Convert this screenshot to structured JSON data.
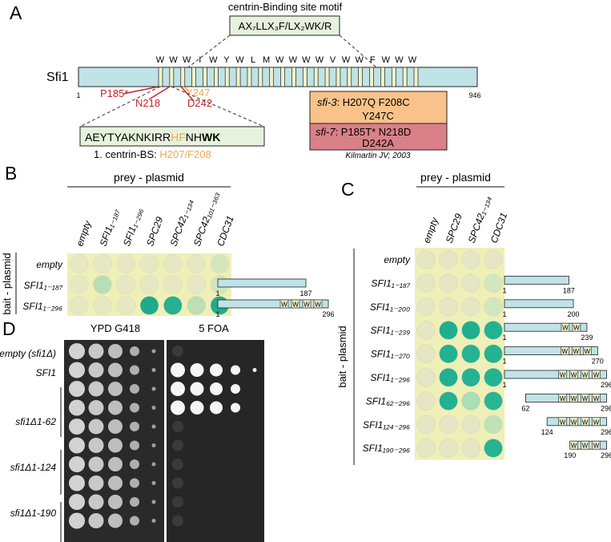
{
  "panelA": {
    "letter": "A",
    "motif_title": "centrin-Binding site motif",
    "motif": "AX₇LLX₃F/LX₂WK/R",
    "protein": "Sfi1",
    "length_start": "1",
    "length_end": "946",
    "repeat_residues": [
      "W",
      "W",
      "W",
      "I",
      "W",
      "Y",
      "W",
      "L",
      "M",
      "W",
      "W",
      "W",
      "W",
      "V",
      "W",
      "W",
      "F",
      "W",
      "W",
      "W"
    ],
    "red_mutations": [
      "P185*",
      "N218",
      "D242"
    ],
    "orange_mutation": "Y247",
    "bs1_seq_black1": "AEYTYAKNKIRR",
    "bs1_seq_orange": "HF",
    "bs1_seq_black2": "NH",
    "bs1_seq_bold": "WK",
    "bs1_label": "1. centrin-BS: ",
    "bs1_label_orange": "H207/F208",
    "sfi3_name": "sfi-3",
    "sfi3_line1": ": H207Q F208C",
    "sfi3_line2": "Y247C",
    "sfi7_name": "sfi-7",
    "sfi7_line1": ": P185T* N218D",
    "sfi7_line2": "D242A",
    "citation": "Kilmartin JV; 2003",
    "colors": {
      "bar": "#bfe3e6",
      "orange": "#f3a84e",
      "red": "#c8242a",
      "sfi3_box": "#f8c28a",
      "sfi7_box": "#d98088",
      "motif_box": "#e6f2dc"
    }
  },
  "panelB": {
    "letter": "B",
    "prey_title": "prey - plasmid",
    "bait_title": "bait - plasmid",
    "prey": [
      "empty",
      "SFI1₁₋₁₈₇",
      "SFI1₁₋₂₉₆",
      "SPC29",
      "SPC42₁₋₁₃₄",
      "SPC42₁₀₁₋₃₆₃",
      "CDC31"
    ],
    "bait": [
      {
        "label": "empty",
        "construct_end": "",
        "construct_start": ""
      },
      {
        "label": "SFI1₁₋₁₈₇",
        "construct_start": "1",
        "construct_end": "187"
      },
      {
        "label": "SFI1₁₋₂₉₆",
        "construct_start": "1",
        "construct_end": "296"
      }
    ]
  },
  "panelC": {
    "letter": "C",
    "prey_title": "prey - plasmid",
    "bait_title": "bait - plasmid",
    "prey": [
      "empty",
      "SPC29",
      "SPC42₁₋₁₃₄",
      "CDC31"
    ],
    "bait": [
      {
        "label": "empty",
        "construct_start": "",
        "construct_end": ""
      },
      {
        "label": "SFI1₁₋₁₈₇",
        "construct_start": "1",
        "construct_end": "187"
      },
      {
        "label": "SFI1₁₋₂₀₀",
        "construct_start": "1",
        "construct_end": "200"
      },
      {
        "label": "SFI1₁₋₂₃₉",
        "construct_start": "1",
        "construct_end": "239"
      },
      {
        "label": "SFI1₁₋₂₇₀",
        "construct_start": "1",
        "construct_end": "270"
      },
      {
        "label": "SFI1₁₋₂₉₆",
        "construct_start": "1",
        "construct_end": "296"
      },
      {
        "label": "SFI1₆₂₋₂₉₆",
        "construct_start": "62",
        "construct_end": "296"
      },
      {
        "label": "SFI1₁₂₄₋₂₉₆",
        "construct_start": "124",
        "construct_end": "296"
      },
      {
        "label": "SFI1₁₉₀₋₂₉₆",
        "construct_start": "190",
        "construct_end": "296"
      }
    ]
  },
  "panelD": {
    "letter": "D",
    "plate1": "YPD G418",
    "plate2": "5 FOA",
    "strains": [
      "empty (sfi1Δ)",
      "SFI1",
      "sfi1Δ1-62",
      "sfi1Δ1-124",
      "sfi1Δ1-190"
    ]
  }
}
